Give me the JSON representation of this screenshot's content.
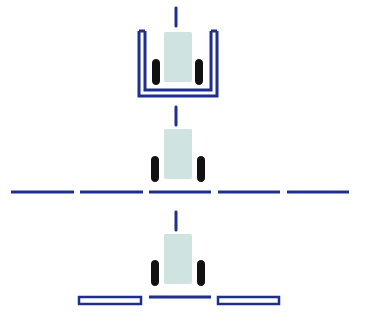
{
  "colors": {
    "background": "#ffffff",
    "line": "#1f2f8f",
    "body_fill": "#cfe3e0",
    "wheel": "#111111"
  },
  "diagram": {
    "type": "three-stage robot/cart schematic",
    "stages": [
      {
        "stage": "top",
        "elements": [
          "antenna",
          "body",
          "left-wheel",
          "right-wheel",
          "u-channel-enclosure"
        ]
      },
      {
        "stage": "middle",
        "elements": [
          "antenna",
          "body",
          "left-wheel",
          "right-wheel",
          "segmented-track"
        ]
      },
      {
        "stage": "bottom",
        "elements": [
          "antenna",
          "body",
          "left-wheel",
          "right-wheel",
          "center-segment",
          "left-outlined-plate",
          "right-outlined-plate"
        ]
      }
    ]
  }
}
